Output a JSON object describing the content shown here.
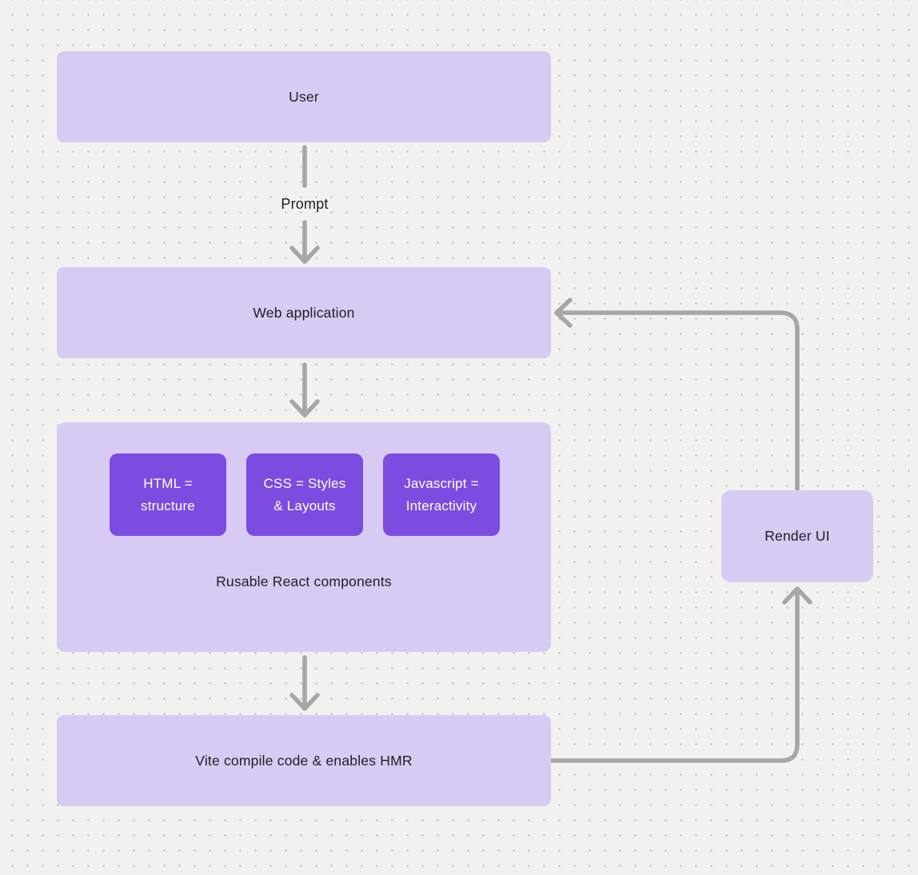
{
  "colors": {
    "background": "#f2f1ef",
    "dot": "#c7c5c3",
    "node_light": "#d7cbf3",
    "node_dark": "#7c4ce0",
    "arrow": "#a8a6a4",
    "text_dark": "#1e1e20",
    "text_light": "#ffffff"
  },
  "nodes": {
    "user": {
      "label": "User"
    },
    "web_application": {
      "label": "Web application"
    },
    "components_group": {
      "caption": "Rusable React components",
      "children": [
        {
          "id": "html",
          "label": "HTML = structure"
        },
        {
          "id": "css",
          "label": "CSS = Styles & Layouts"
        },
        {
          "id": "javascript",
          "label": "Javascript = Interactivity"
        }
      ]
    },
    "vite": {
      "label": "Vite compile code & enables HMR"
    },
    "render_ui": {
      "label": "Render UI"
    }
  },
  "edges": {
    "prompt_label": "Prompt",
    "connections": [
      {
        "from": "user",
        "to": "web_application",
        "label": "Prompt"
      },
      {
        "from": "web_application",
        "to": "components_group",
        "label": ""
      },
      {
        "from": "components_group",
        "to": "vite",
        "label": ""
      },
      {
        "from": "vite",
        "to": "render_ui",
        "label": ""
      },
      {
        "from": "render_ui",
        "to": "web_application",
        "label": ""
      }
    ]
  }
}
